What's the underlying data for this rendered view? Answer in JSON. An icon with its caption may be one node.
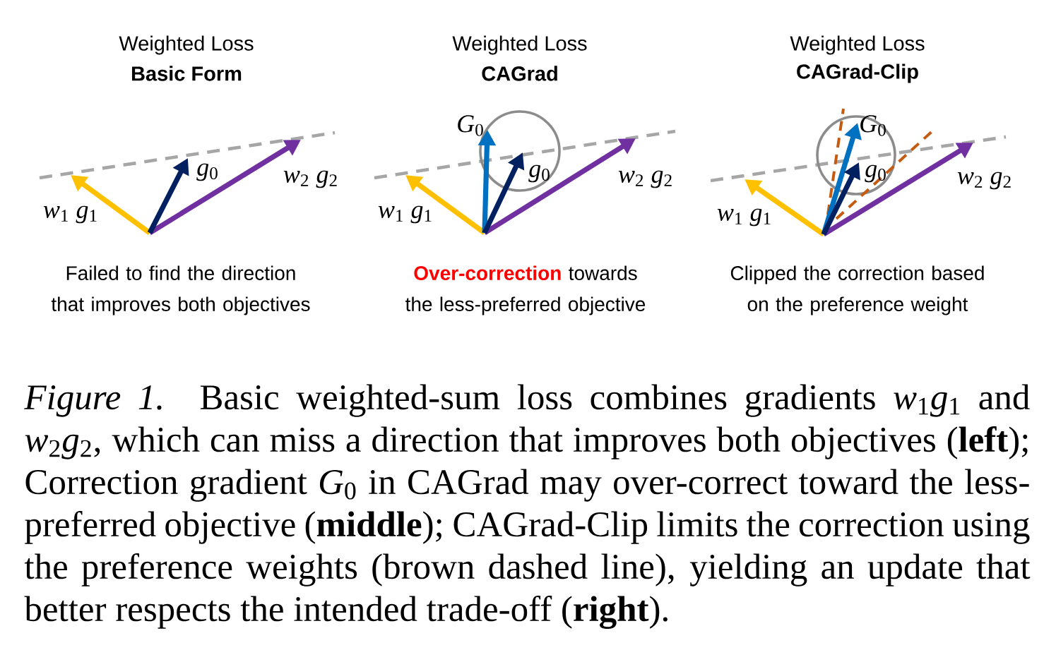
{
  "diagram": {
    "labels": [
      "Weighted Loss",
      "Basic Form",
      "*g*$_{0}$",
      "*w*$_{1}$ *g*$_{1}$",
      "*w*$_{2}$ *g*$_{2}$",
      "Failed to find the direction that improves both objectives",
      "Weighted Loss",
      "CAGrad",
      "*G*$_{0}$",
      "*g*$_{0}$",
      "*w*$_{1}$ *g*$_{1}$",
      "*w*$_{2}$ *g*$_{2}$",
      "**Over-correction** towards the less-preferred objective",
      "Weighted Loss",
      "CAGrad-Clip",
      "*G*$_{0}$",
      "*g*$_{0}$",
      "*w*$_{1}$ *g*$_{1}$",
      "*w*$_{2}$ *g*$_{2}$",
      "Clipped the correction based on the preference weight"
    ],
    "caption": "*Figure 1.* Basic weighted-sum loss combines gradients *w*$_{1}$*g*$_{1}$ and *w*$_{2}$*g*$_{2}$, which can miss a direction that improves both objectives (**left**); Correction gradient *G*$_{0}$ in CAGrad may over-correct toward the less-preferred objective (**middle**); CAGrad-Clip limits the correction using the preference weights (brown dashed line), yielding an update that better respects the intended trade-off (**right**)."
  }
}
